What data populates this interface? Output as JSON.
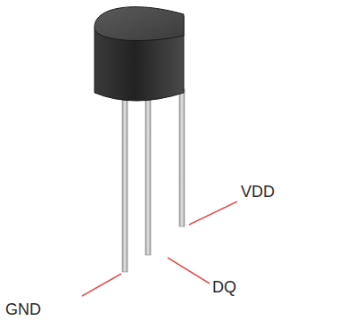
{
  "diagram": {
    "labels": [
      "VDD",
      "DQ",
      "GND"
    ]
  }
}
